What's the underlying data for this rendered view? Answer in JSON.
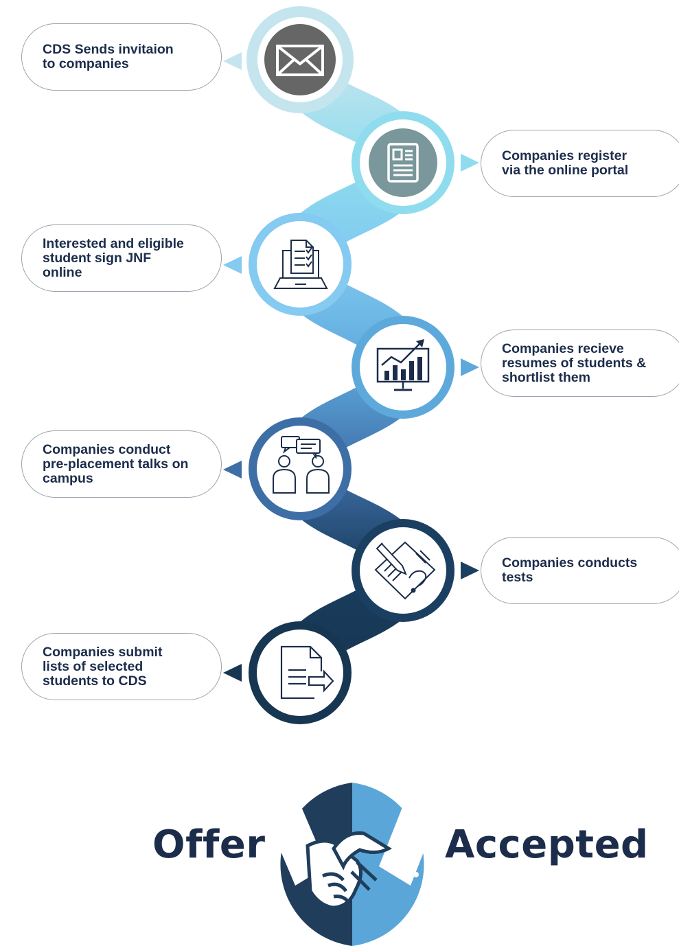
{
  "steps": [
    {
      "text": "CDS Sends invitaion\nto companies",
      "icon": "envelope-icon"
    },
    {
      "text": "Companies register\nvia the online portal",
      "icon": "document-form-icon"
    },
    {
      "text": "Interested and eligible\nstudent sign JNF\nonline",
      "icon": "laptop-checklist-icon"
    },
    {
      "text": "Companies recieve\nresumes of students &\nshortlist them",
      "icon": "analytics-monitor-icon"
    },
    {
      "text": "Companies conduct\npre-placement talks on\ncampus",
      "icon": "people-chat-icon"
    },
    {
      "text": "Companies conducts\ntests",
      "icon": "test-paper-pencil-icon"
    },
    {
      "text": "Companies submit\nlists of selected\nstudents to CDS",
      "icon": "document-submit-icon"
    }
  ],
  "outcome": {
    "left": "Offer",
    "right": "Accepted",
    "icon": "handshake-icon"
  },
  "colors": {
    "text_dark": "#1c2d4b",
    "chain": [
      "#c0e4ed",
      "#8fdaec",
      "#83caf0",
      "#62aede",
      "#3f6fa4",
      "#1b3f60",
      "#163551"
    ],
    "icon_disc": [
      "#666666",
      "#7a979b"
    ],
    "handshake_dark": "#203e5c",
    "handshake_light": "#5aa6d9"
  }
}
